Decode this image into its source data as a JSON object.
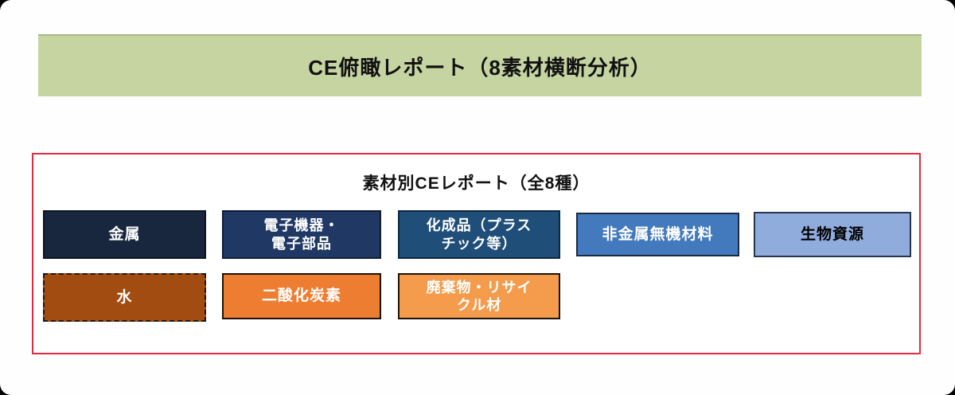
{
  "banner": {
    "title": "CE俯瞰レポート（8素材横断分析）",
    "bg_color": "#c6d4a2"
  },
  "report_box": {
    "heading": "素材別CEレポート（全8種）",
    "border_color": "#e8283c",
    "materials": [
      {
        "label": "金属",
        "bg": "#18273d",
        "border": "2px solid #0b1523",
        "text_color": "#ffffff"
      },
      {
        "label": "電子機器・\n電子部品",
        "bg": "#1f3864",
        "border": "2px solid #0e1b33",
        "text_color": "#ffffff"
      },
      {
        "label": "化成品（プラス\nチック等）",
        "bg": "#1f4e79",
        "border": "2px solid #0d2742",
        "text_color": "#ffffff"
      },
      {
        "label": "非金属無機材料",
        "bg": "#4379bd",
        "border": "2px solid #1b2a44",
        "text_color": "#ffffff"
      },
      {
        "label": "生物資源",
        "bg": "#90acdc",
        "border": "2px solid #27364f",
        "text_color": "#000000"
      },
      {
        "label": "水",
        "bg": "#a34c12",
        "border": "2px dashed #1a1a1a",
        "text_color": "#ffffff"
      },
      {
        "label": "二酸化炭素",
        "bg": "#ed7d31",
        "border": "2px solid #201106",
        "text_color": "#ffffff"
      },
      {
        "label": "廃棄物・リサイ\nクル材",
        "bg": "#f59b4c",
        "border": "2px solid #1d140b",
        "text_color": "#ffffff"
      }
    ]
  }
}
